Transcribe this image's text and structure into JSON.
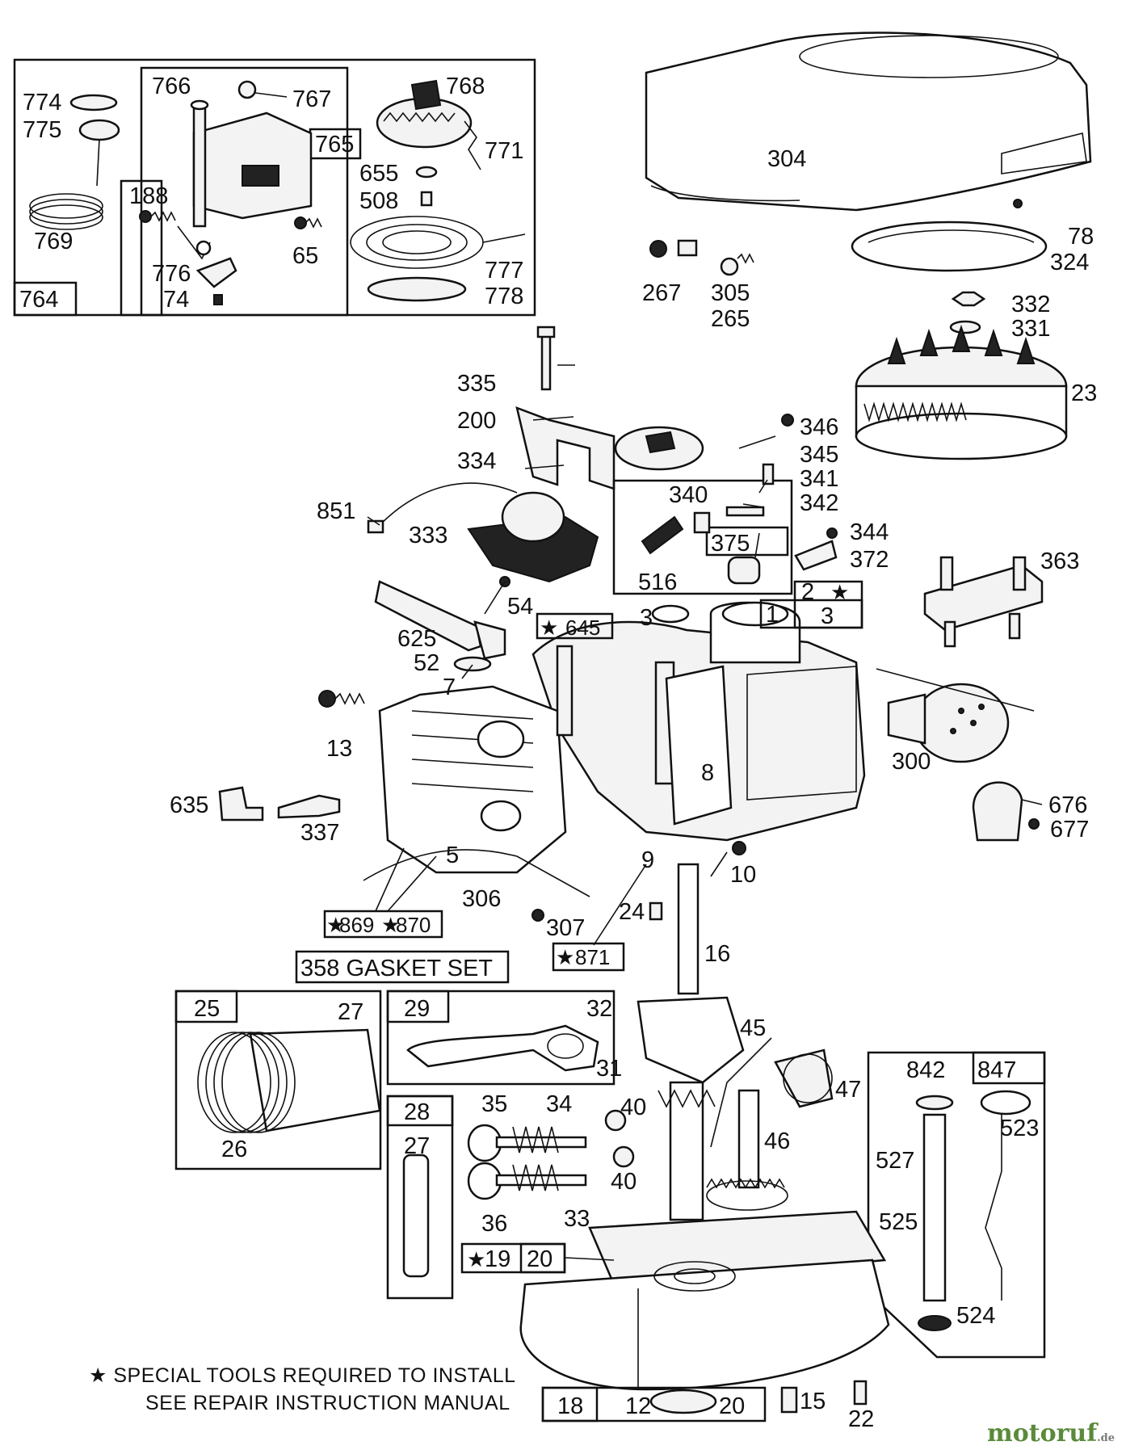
{
  "labels": {
    "p764": "764",
    "p774": "774",
    "p775": "775",
    "p769": "769",
    "p766": "766",
    "p767": "767",
    "p765": "765",
    "p768": "768",
    "p771": "771",
    "p188": "188",
    "p776": "776",
    "p74": "74",
    "p65": "65",
    "p655": "655",
    "p508": "508",
    "p777": "777",
    "p778": "778",
    "p304": "304",
    "p267": "267",
    "p305": "305",
    "p265": "265",
    "p78": "78",
    "p324": "324",
    "p332": "332",
    "p331": "331",
    "p23": "23",
    "p335": "335",
    "p200": "200",
    "p334": "334",
    "p851": "851",
    "p333": "333",
    "p346": "346",
    "p345": "345",
    "p341": "341",
    "p340": "340",
    "p342": "342",
    "p375": "375",
    "p344": "344",
    "p372": "372",
    "p516": "516",
    "p363": "363",
    "p54": "54",
    "p645": "645",
    "p3a": "3",
    "p1": "1",
    "p2": "2",
    "p3b": "3",
    "p625": "625",
    "p52": "52",
    "p7": "7",
    "p13": "13",
    "p8": "8",
    "p300": "300",
    "p635": "635",
    "p337": "337",
    "p5": "5",
    "p9": "9",
    "p10": "10",
    "p676": "676",
    "p677": "677",
    "p306": "306",
    "p307": "307",
    "p24": "24",
    "p869": "869",
    "p870": "870",
    "p871": "871",
    "p16": "16",
    "gasket": "358 GASKET SET",
    "p25": "25",
    "p27a": "27",
    "p26": "26",
    "p29": "29",
    "p32": "32",
    "p31": "31",
    "p45": "45",
    "p47": "47",
    "p842": "842",
    "p847": "847",
    "p28": "28",
    "p27b": "27",
    "p35": "35",
    "p34": "34",
    "p40a": "40",
    "p40b": "40",
    "p36": "36",
    "p33": "33",
    "p46": "46",
    "p523": "523",
    "p527": "527",
    "p525": "525",
    "p524": "524",
    "p19": "19",
    "p20a": "20",
    "p18": "18",
    "p12": "12",
    "p20b": "20",
    "p15": "15",
    "p22": "22"
  },
  "note": {
    "line1": "SPECIAL TOOLS REQUIRED TO INSTALL",
    "line2": "SEE REPAIR INSTRUCTION MANUAL"
  },
  "watermark": {
    "name": "motoruf",
    "suffix": ".de"
  },
  "colors": {
    "ink": "#111111",
    "watermark": "#5a8a3a"
  }
}
